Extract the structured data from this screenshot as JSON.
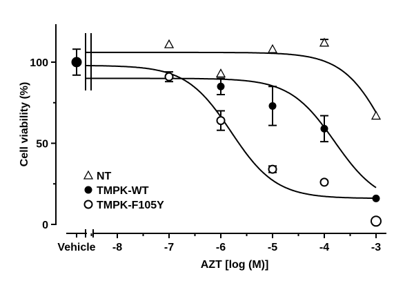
{
  "chart_data": {
    "type": "scatter",
    "xlabel": "AZT [log  (M)]",
    "ylabel": "Cell viability (%)",
    "x_ticks": [
      {
        "value": -8,
        "label": "-8"
      },
      {
        "value": -7,
        "label": "-7"
      },
      {
        "value": -6,
        "label": "-6"
      },
      {
        "value": -5,
        "label": "-5"
      },
      {
        "value": -4,
        "label": "-4"
      },
      {
        "value": -3,
        "label": "-3"
      }
    ],
    "vehicle_label": "Vehicle",
    "y_ticks": [
      {
        "value": 0,
        "label": "0"
      },
      {
        "value": 50,
        "label": "50"
      },
      {
        "value": 100,
        "label": "100"
      }
    ],
    "xlim": [
      -8.5,
      -2.8
    ],
    "ylim": [
      0,
      120
    ],
    "legend_position": "bottom-left",
    "vehicle": {
      "y": 100,
      "y_low": 92,
      "y_high": 108
    },
    "series": [
      {
        "name": "NT",
        "marker": "triangle-open",
        "points": [
          {
            "x": -7,
            "y": 111
          },
          {
            "x": -6,
            "y": 93
          },
          {
            "x": -5,
            "y": 108
          },
          {
            "x": -4,
            "y": 112,
            "err": 2
          },
          {
            "x": -3,
            "y": 67
          }
        ],
        "fit": {
          "top": 106,
          "bottom": 0,
          "log_ic50": -2.73,
          "hill": 1
        }
      },
      {
        "name": "TMPK-WT",
        "marker": "circle-filled",
        "points": [
          {
            "x": -7,
            "y": 91,
            "err": 3
          },
          {
            "x": -6,
            "y": 85,
            "err": 5
          },
          {
            "x": -5,
            "y": 73,
            "err": 12
          },
          {
            "x": -4,
            "y": 59,
            "err": 8
          },
          {
            "x": -3,
            "y": 16
          }
        ],
        "fit": {
          "top": 90,
          "bottom": 12,
          "log_ic50": -3.8,
          "hill": 1
        }
      },
      {
        "name": "TMPK-F105Y",
        "marker": "circle-open",
        "points": [
          {
            "x": -7,
            "y": 91
          },
          {
            "x": -6,
            "y": 64,
            "err": 6
          },
          {
            "x": -5,
            "y": 34,
            "err": 2
          },
          {
            "x": -4,
            "y": 26
          },
          {
            "x": -3,
            "y": 2
          }
        ],
        "fit": {
          "top": 98,
          "bottom": 16,
          "log_ic50": -5.8,
          "hill": 1
        }
      }
    ]
  }
}
